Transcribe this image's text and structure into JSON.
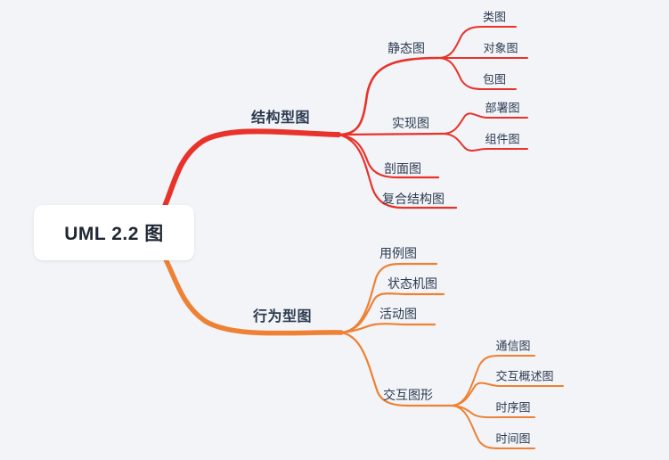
{
  "theme": {
    "background": "#f2f4f8",
    "root_fill": "#ffffff",
    "root_text": "#1f2733",
    "node_text": "#2c3a4f",
    "branch_structural_color": "#e8322a",
    "branch_behavioral_color": "#ee8133"
  },
  "root": {
    "label": "UML 2.2 图"
  },
  "branches": [
    {
      "id": "structural",
      "label": "结构型图",
      "color": "#e8322a",
      "children": [
        {
          "id": "static",
          "label": "静态图",
          "children": [
            {
              "id": "class",
              "label": "类图"
            },
            {
              "id": "object",
              "label": "对象图"
            },
            {
              "id": "package",
              "label": "包图"
            }
          ]
        },
        {
          "id": "implementation",
          "label": "实现图",
          "children": [
            {
              "id": "deployment",
              "label": "部署图"
            },
            {
              "id": "component",
              "label": "组件图"
            }
          ]
        },
        {
          "id": "profile",
          "label": "剖面图",
          "children": []
        },
        {
          "id": "composite-structure",
          "label": "复合结构图",
          "children": []
        }
      ]
    },
    {
      "id": "behavioral",
      "label": "行为型图",
      "color": "#ee8133",
      "children": [
        {
          "id": "usecase",
          "label": "用例图",
          "children": []
        },
        {
          "id": "statemachine",
          "label": "状态机图",
          "children": []
        },
        {
          "id": "activity",
          "label": "活动图",
          "children": []
        },
        {
          "id": "interaction",
          "label": "交互图形",
          "children": [
            {
              "id": "communication",
              "label": "通信图"
            },
            {
              "id": "interaction-overview",
              "label": "交互概述图"
            },
            {
              "id": "sequence",
              "label": "时序图"
            },
            {
              "id": "timing",
              "label": "时间图"
            }
          ]
        }
      ]
    }
  ]
}
